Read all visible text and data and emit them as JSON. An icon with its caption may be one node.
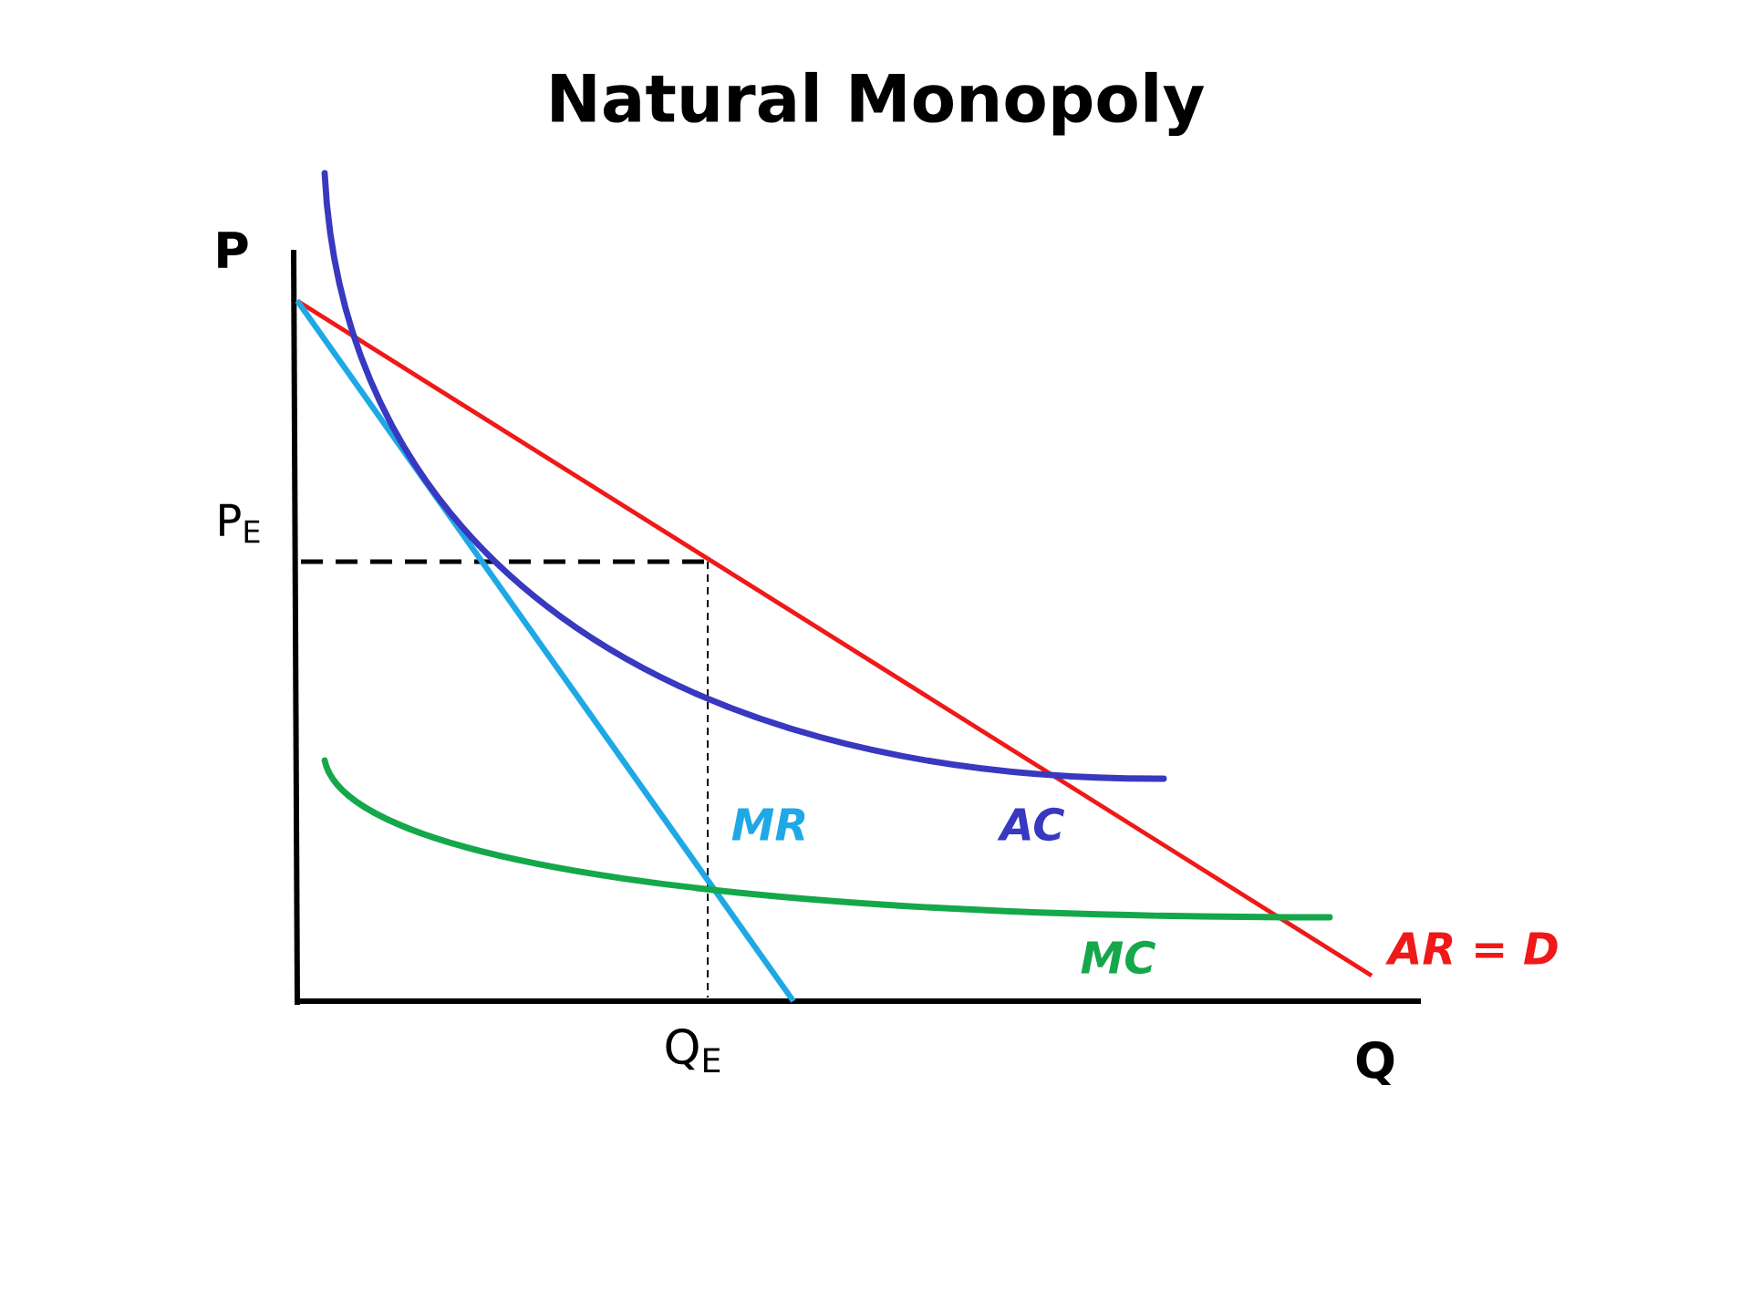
{
  "diagram": {
    "title": "Natural Monopoly",
    "labels": [
      "P",
      "P$_{E}$",
      "MR",
      "AC",
      "AR = D",
      "MC",
      "Q$_{E}$",
      "Q"
    ]
  }
}
